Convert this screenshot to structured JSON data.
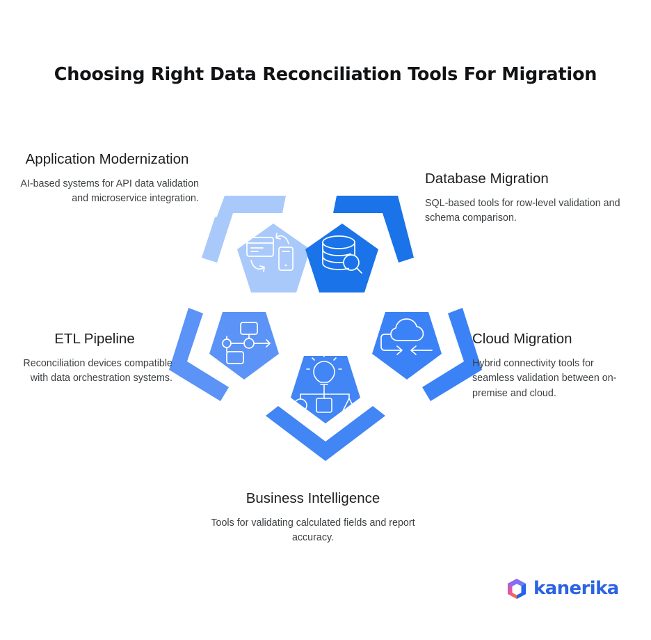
{
  "title": "Choosing Right Data Reconciliation Tools For Migration",
  "brand": {
    "name": "kanerika",
    "logo_icon": "cube-logo-icon",
    "text_color": "#2b64e3",
    "cube_colors": [
      "#8b5cf6",
      "#f97316",
      "#2b64e3"
    ]
  },
  "palette": {
    "light_blue": "#a9c9fb",
    "medium_blue": "#5b93f7",
    "strong_blue": "#1a73e8",
    "deep_blue": "#1967e8",
    "background": "#ffffff",
    "title_color": "#111214",
    "body_color": "#3c4043"
  },
  "items": [
    {
      "id": "application-modernization",
      "title": "Application Modernization",
      "body": "AI-based systems for API data validation and microservice integration.",
      "icon": "app-screens-sync-icon",
      "color": "#a9c9fb",
      "align": "right"
    },
    {
      "id": "database-migration",
      "title": "Database Migration",
      "body": "SQL-based tools for row-level validation and schema comparison.",
      "icon": "database-search-icon",
      "color": "#1a73e8",
      "align": "left"
    },
    {
      "id": "etl-pipeline",
      "title": "ETL Pipeline",
      "body": "Reconciliation devices compatible with data orchestration systems.",
      "icon": "workflow-nodes-icon",
      "color": "#5b93f7",
      "align": "right"
    },
    {
      "id": "cloud-migration",
      "title": "Cloud Migration",
      "body": "Hybrid connectivity tools for seamless validation between on-premise and cloud.",
      "icon": "cloud-sync-icon",
      "color": "#3b82f6",
      "align": "left"
    },
    {
      "id": "business-intelligence",
      "title": "Business Intelligence",
      "body": "Tools for validating calculated fields and report accuracy.",
      "icon": "lightbulb-analytics-icon",
      "color": "#4285f4",
      "align": "center"
    }
  ]
}
